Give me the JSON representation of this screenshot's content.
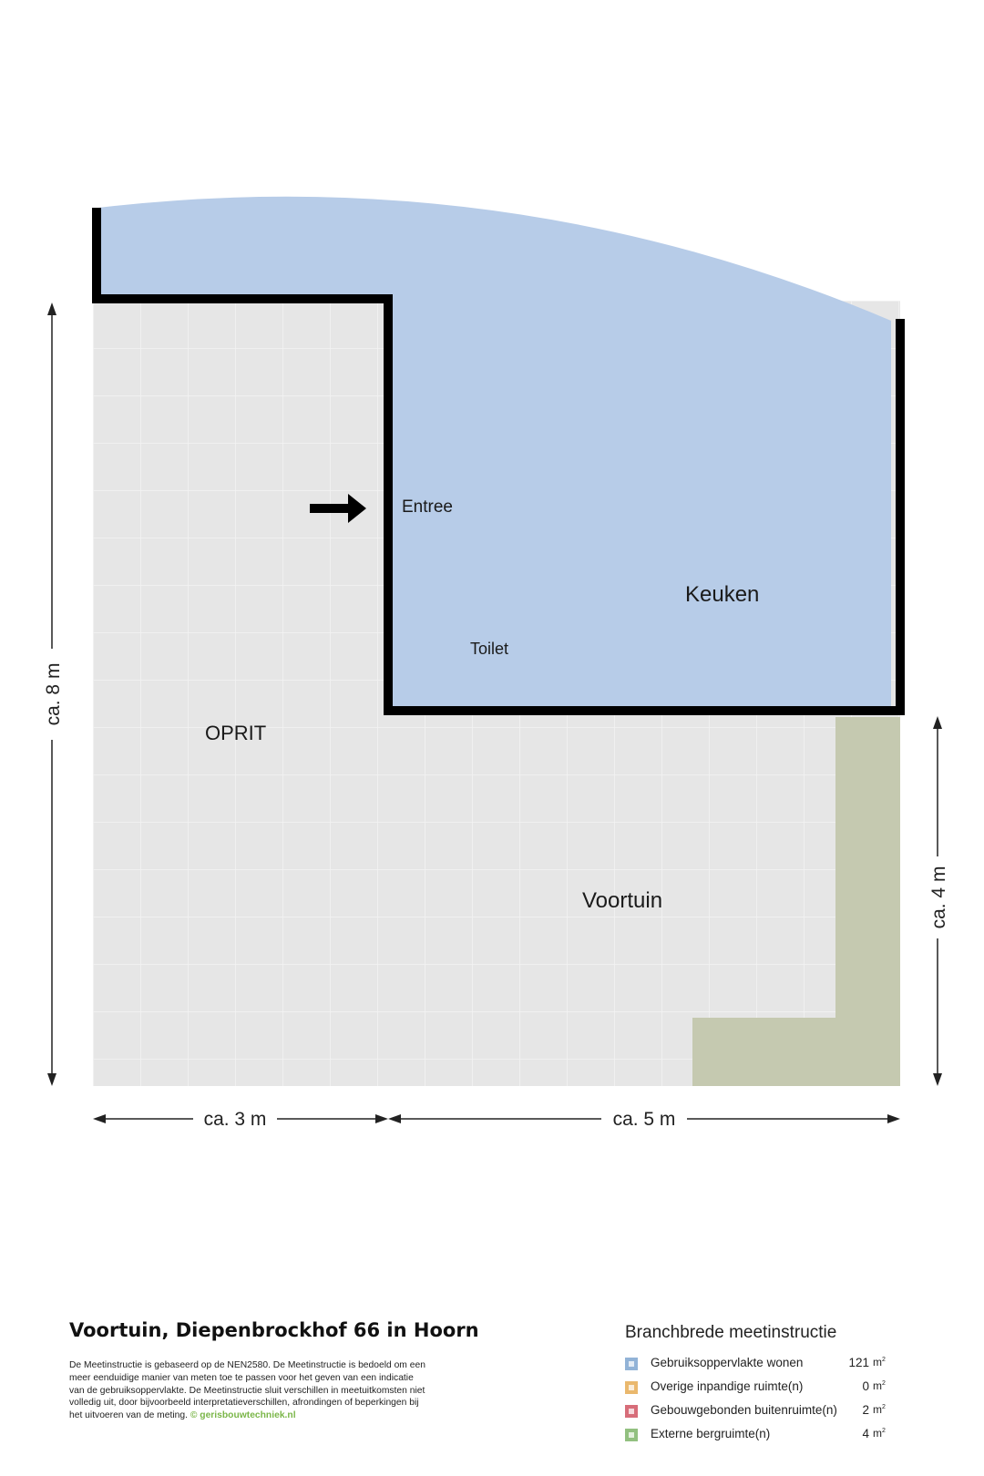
{
  "plan": {
    "rooms": {
      "entree": "Entree",
      "keuken": "Keuken",
      "toilet": "Toilet",
      "oprit": "OPRIT",
      "voortuin": "Voortuin"
    },
    "dimensions": {
      "left_height": "ca. 8 m",
      "right_height": "ca. 4 m",
      "bottom_left_width": "ca. 3 m",
      "bottom_right_width": "ca. 5 m"
    },
    "colors": {
      "living_area": "#b7cce8",
      "outdoor_paving": "#e7e7e7",
      "grass": "#c5c9b0",
      "wall": "#000000"
    }
  },
  "footer": {
    "title": "Voortuin, Diepenbrockhof 66 in Hoorn",
    "description": "De Meetinstructie is gebaseerd op de NEN2580. De Meetinstructie is bedoeld om een meer eenduidige manier van meten toe te passen voor het geven van een indicatie van de gebruiksoppervlakte. De Meetinstructie sluit verschillen in meetuitkomsten niet volledig uit, door bijvoorbeeld interpretatieverschillen, afrondingen of beperkingen bij het uitvoeren van de meting.",
    "link": "© gerisbouwtechniek.nl"
  },
  "legend": {
    "title": "Branchbrede meetinstructie",
    "unit": "m",
    "unit_sup": "2",
    "items": [
      {
        "name": "Gebruiksoppervlakte wonen",
        "value": "121",
        "color": "#8fb3dc"
      },
      {
        "name": "Overige inpandige ruimte(n)",
        "value": "0",
        "color": "#efb764"
      },
      {
        "name": "Gebouwgebonden buitenruimte(n)",
        "value": "2",
        "color": "#e06a78"
      },
      {
        "name": "Externe bergruimte(n)",
        "value": "4",
        "color": "#8fc27a"
      }
    ]
  }
}
